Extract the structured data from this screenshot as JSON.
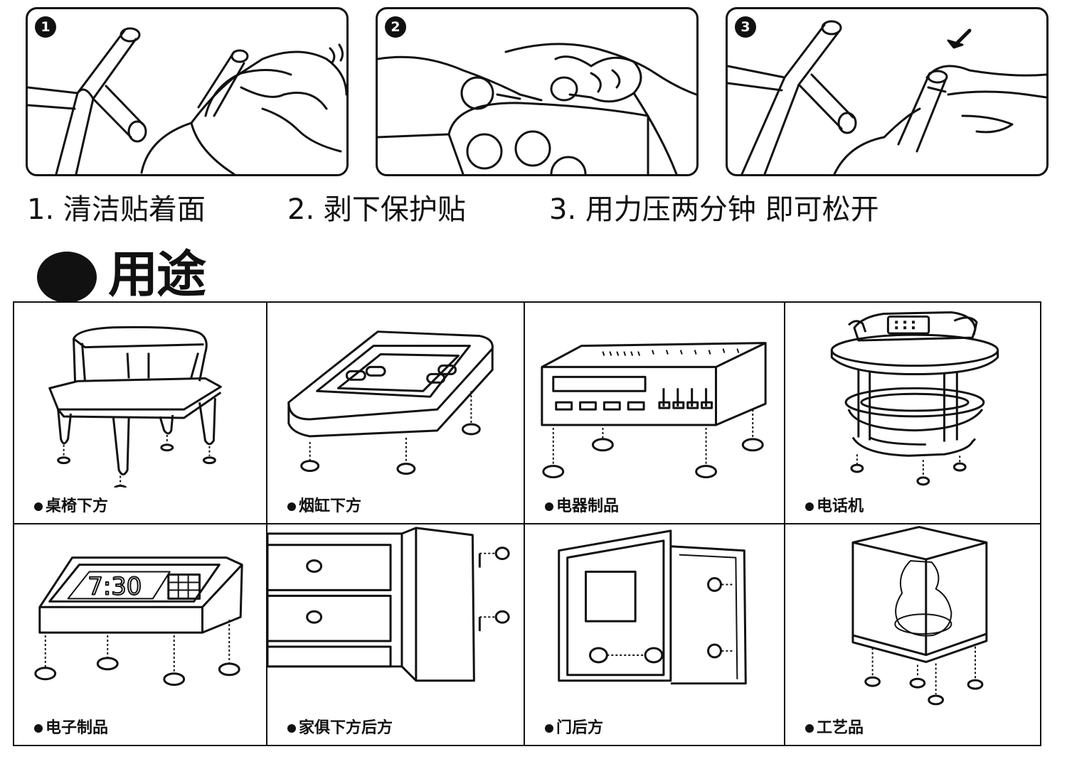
{
  "steps": [
    {
      "num": "1",
      "label": "1. 清洁贴着面",
      "icon": "clean-surface-illustration"
    },
    {
      "num": "2",
      "label": "2. 剥下保护贴",
      "icon": "peel-pad-illustration"
    },
    {
      "num": "3",
      "label": "3. 用力压两分钟  即可松开",
      "icon": "press-pad-illustration"
    }
  ],
  "usage": {
    "title": "用途",
    "items": [
      {
        "label": "桌椅下方",
        "icon": "table-chair-icon"
      },
      {
        "label": "烟缸下方",
        "icon": "ashtray-icon"
      },
      {
        "label": "电器制品",
        "icon": "audio-amplifier-icon"
      },
      {
        "label": "电话机",
        "icon": "telephone-table-icon"
      },
      {
        "label": "电子制品",
        "icon": "alarm-clock-icon"
      },
      {
        "label": "家俱下方后方",
        "icon": "drawer-cabinet-icon"
      },
      {
        "label": "门后方",
        "icon": "door-icon"
      },
      {
        "label": "工艺品",
        "icon": "display-case-icon"
      }
    ],
    "clock_text": "7:30"
  }
}
